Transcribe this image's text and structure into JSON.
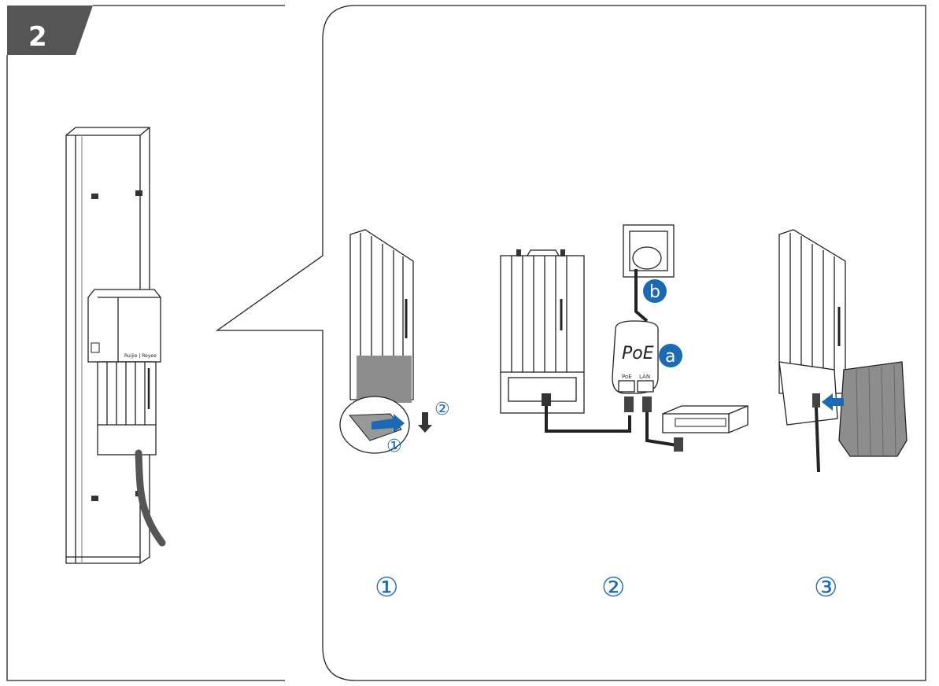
{
  "step_badge": {
    "number": "2",
    "color": "#555555"
  },
  "accent_color": "#1c6ab3",
  "steps": [
    {
      "marker": "①"
    },
    {
      "marker": "②"
    },
    {
      "marker": "③"
    }
  ],
  "step1_callouts": {
    "push": "①",
    "down": "②"
  },
  "poe_injector": {
    "label": "PoE",
    "badge": "a",
    "port_poe": "PoE",
    "port_lan": "LAN"
  },
  "power_outlet": {
    "badge": "b"
  },
  "device_brand": "Ruijie | Reyee"
}
